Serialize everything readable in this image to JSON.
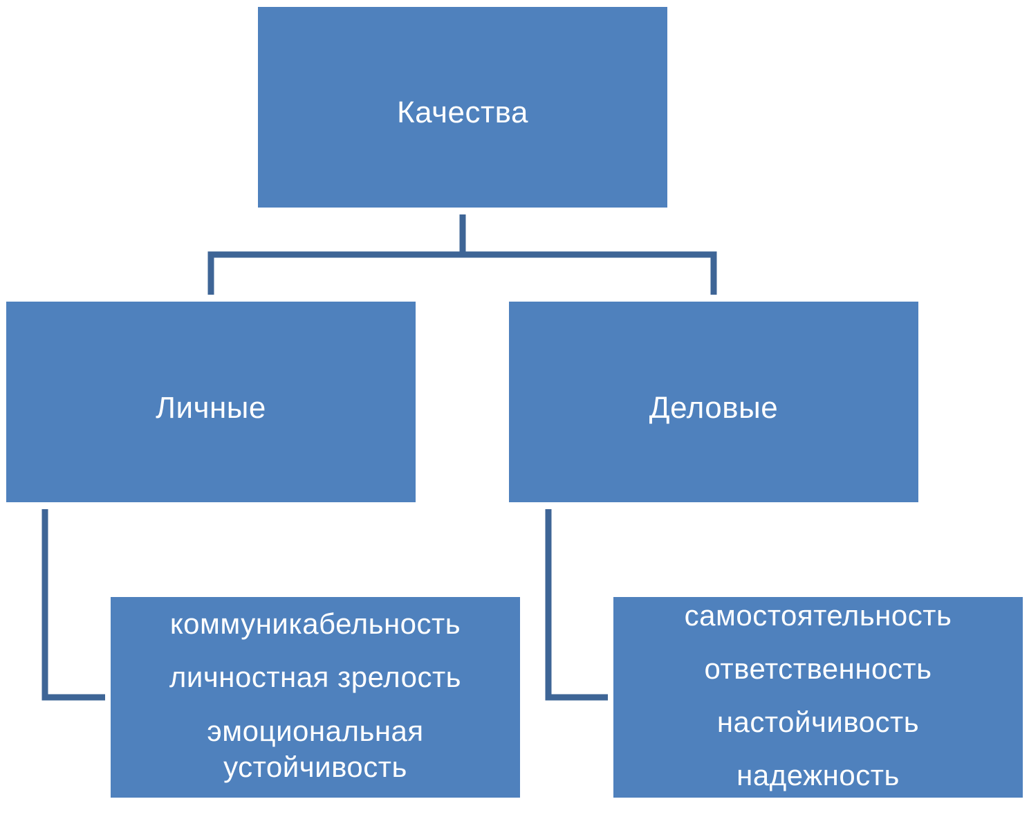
{
  "diagram": {
    "root": {
      "label": "Качества"
    },
    "branches": [
      {
        "label": "Личные",
        "items": [
          "коммуникабельность",
          "личностная зрелость",
          "эмоциональная устойчивость"
        ]
      },
      {
        "label": "Деловые",
        "items": [
          "самостоятельность",
          "ответственность",
          "настойчивость",
          "надежность"
        ]
      }
    ],
    "colors": {
      "box_fill": "#4f81bd",
      "connector": "#3e6596",
      "text": "#ffffff"
    }
  }
}
